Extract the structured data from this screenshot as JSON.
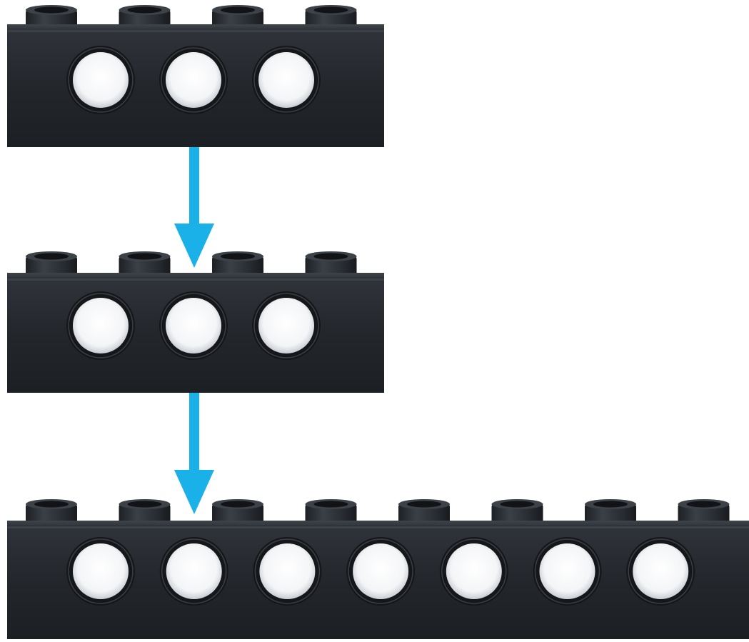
{
  "diagram": {
    "kind": "assembly-step",
    "background_color": "#ffffff",
    "arrow_color": "#1ab0e8",
    "brick_color": "#23262b",
    "bricks": [
      {
        "name": "technic-brick-1x4-top",
        "studs": 4,
        "holes": 3
      },
      {
        "name": "technic-brick-1x4-middle",
        "studs": 4,
        "holes": 3
      },
      {
        "name": "technic-brick-1x8-bottom",
        "studs": 8,
        "holes": 7
      }
    ],
    "arrows": [
      {
        "name": "arrow-down-1",
        "direction": "down",
        "from": "technic-brick-1x4-top",
        "to": "technic-brick-1x4-middle"
      },
      {
        "name": "arrow-down-2",
        "direction": "down",
        "from": "technic-brick-1x4-middle",
        "to": "technic-brick-1x8-bottom"
      }
    ]
  }
}
